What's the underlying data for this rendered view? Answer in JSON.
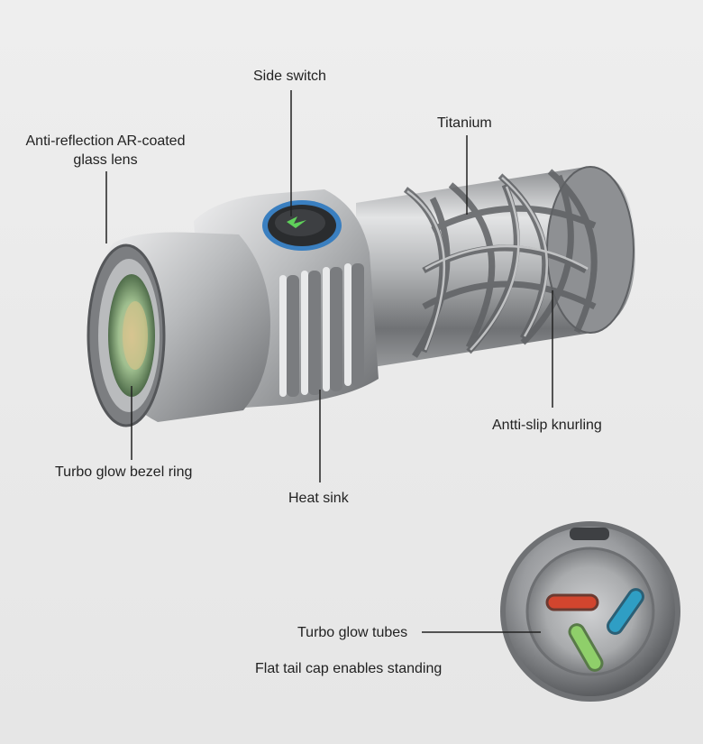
{
  "annotations": {
    "side_switch": "Side switch",
    "titanium": "Titanium",
    "lens_line1": "Anti-reflection AR-coated",
    "lens_line2": "glass lens",
    "knurling": "Antti-slip knurling",
    "bezel_ring": "Turbo glow bezel ring",
    "heat_sink": "Heat sink",
    "glow_tubes": "Turbo glow tubes",
    "tail_cap": "Flat tail cap enables standing"
  },
  "colors": {
    "background": "#ebebeb",
    "metal_light": "#d9dadb",
    "metal_dark": "#6e7073",
    "lens_green": "#8fb58a",
    "switch_ring": "#3a7fc0",
    "tube_red": "#d2452e",
    "tube_blue": "#2f9ec4",
    "tube_green": "#8fcf6a"
  },
  "icons": [
    "flashlight-body",
    "tail-cap"
  ]
}
